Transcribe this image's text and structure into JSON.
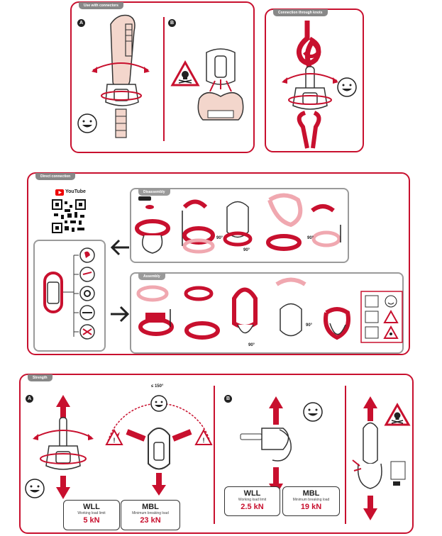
{
  "sections": {
    "connectors": {
      "title": "Use with connectors",
      "letter_a": "A",
      "letter_b": "B"
    },
    "knots": {
      "title": "Connection through knots"
    },
    "direct": {
      "title": "Direct connection",
      "youtube_label": "YouTube",
      "disassembly_title": "Disassembly",
      "assembly_title": "Assembly",
      "angle_labels": [
        "90°",
        "90°",
        "90°",
        "90°",
        "90°"
      ]
    },
    "strength": {
      "title": "Strength",
      "letter_a": "A",
      "letter_b": "B",
      "angle_label": "≤ 150°",
      "boxes": [
        {
          "title": "WLL",
          "subtitle": "Working load limit",
          "value": "5 kN"
        },
        {
          "title": "MBL",
          "subtitle": "Minimum breaking load",
          "value": "23 kN"
        },
        {
          "title": "WLL",
          "subtitle": "Working load limit",
          "value": "2.5 kN"
        },
        {
          "title": "MBL",
          "subtitle": "Minimum breaking load",
          "value": "19 kN"
        }
      ]
    }
  },
  "colors": {
    "accent": "#c8102e",
    "gray": "#9a9a9a",
    "dark": "#222222"
  },
  "icons": [
    "smiley-icon",
    "skull-warning-icon",
    "warning-triangle-icon",
    "arrow-icon",
    "qr-code-icon",
    "youtube-icon"
  ]
}
